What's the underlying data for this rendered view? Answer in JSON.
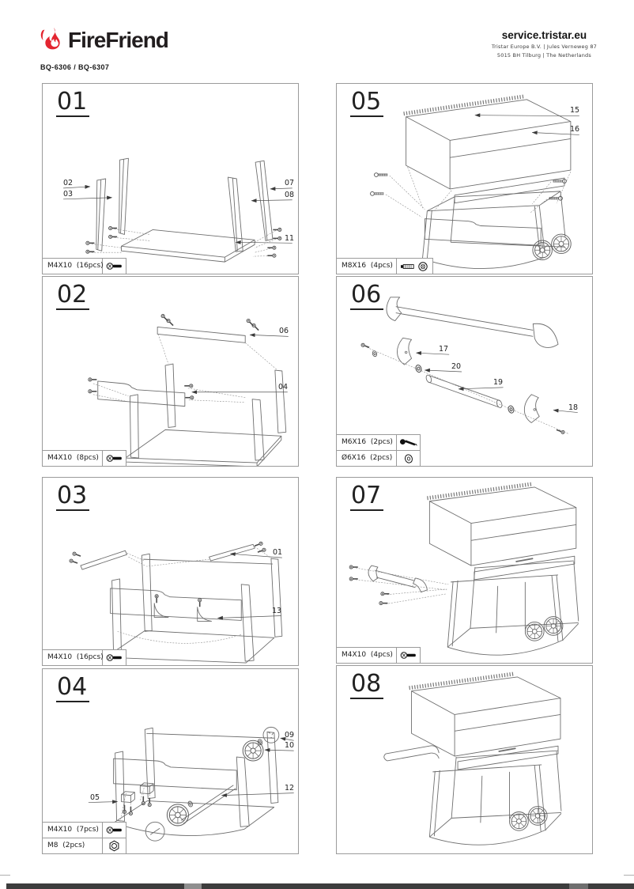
{
  "header": {
    "brand": "FireFriend",
    "site": "service.tristar.eu",
    "address1": "Tristar Europe B.V.  |  Jules Verneweg 87",
    "address2": "5015 BH  Tilburg  |  The Netherlands",
    "model": "BQ-6306 / BQ-6307",
    "brand_color": "#e32530"
  },
  "panels": [
    {
      "number": "01",
      "callouts": [
        "02",
        "03",
        "07",
        "08",
        "11"
      ],
      "hardware": [
        {
          "label": "M4X10  (16pcs)",
          "icon": "screw"
        }
      ]
    },
    {
      "number": "02",
      "callouts": [
        "06",
        "04"
      ],
      "hardware": [
        {
          "label": "M4X10  (8pcs)",
          "icon": "screw"
        }
      ]
    },
    {
      "number": "03",
      "callouts": [
        "01",
        "13"
      ],
      "hardware": [
        {
          "label": "M4X10  (16pcs)",
          "icon": "screw"
        }
      ]
    },
    {
      "number": "04",
      "callouts": [
        "05",
        "09",
        "10",
        "12"
      ],
      "hardware": [
        {
          "label": "M4X10  (7pcs)",
          "icon": "screw"
        },
        {
          "label": "M8  (2pcs)",
          "icon": "nut"
        }
      ]
    },
    {
      "number": "05",
      "callouts": [
        "15",
        "16"
      ],
      "hardware": [
        {
          "label": "M8X16  (4pcs)",
          "icon": "bolt-washer"
        }
      ]
    },
    {
      "number": "06",
      "callouts": [
        "17",
        "20",
        "19",
        "18"
      ],
      "hardware": [
        {
          "label": "M6X16  (2pcs)",
          "icon": "screw"
        },
        {
          "label": "Ø6X16  (2pcs)",
          "icon": "washer"
        }
      ]
    },
    {
      "number": "07",
      "callouts": [],
      "hardware": [
        {
          "label": "M4X10  (4pcs)",
          "icon": "screw"
        }
      ]
    },
    {
      "number": "08",
      "callouts": [],
      "hardware": []
    }
  ]
}
